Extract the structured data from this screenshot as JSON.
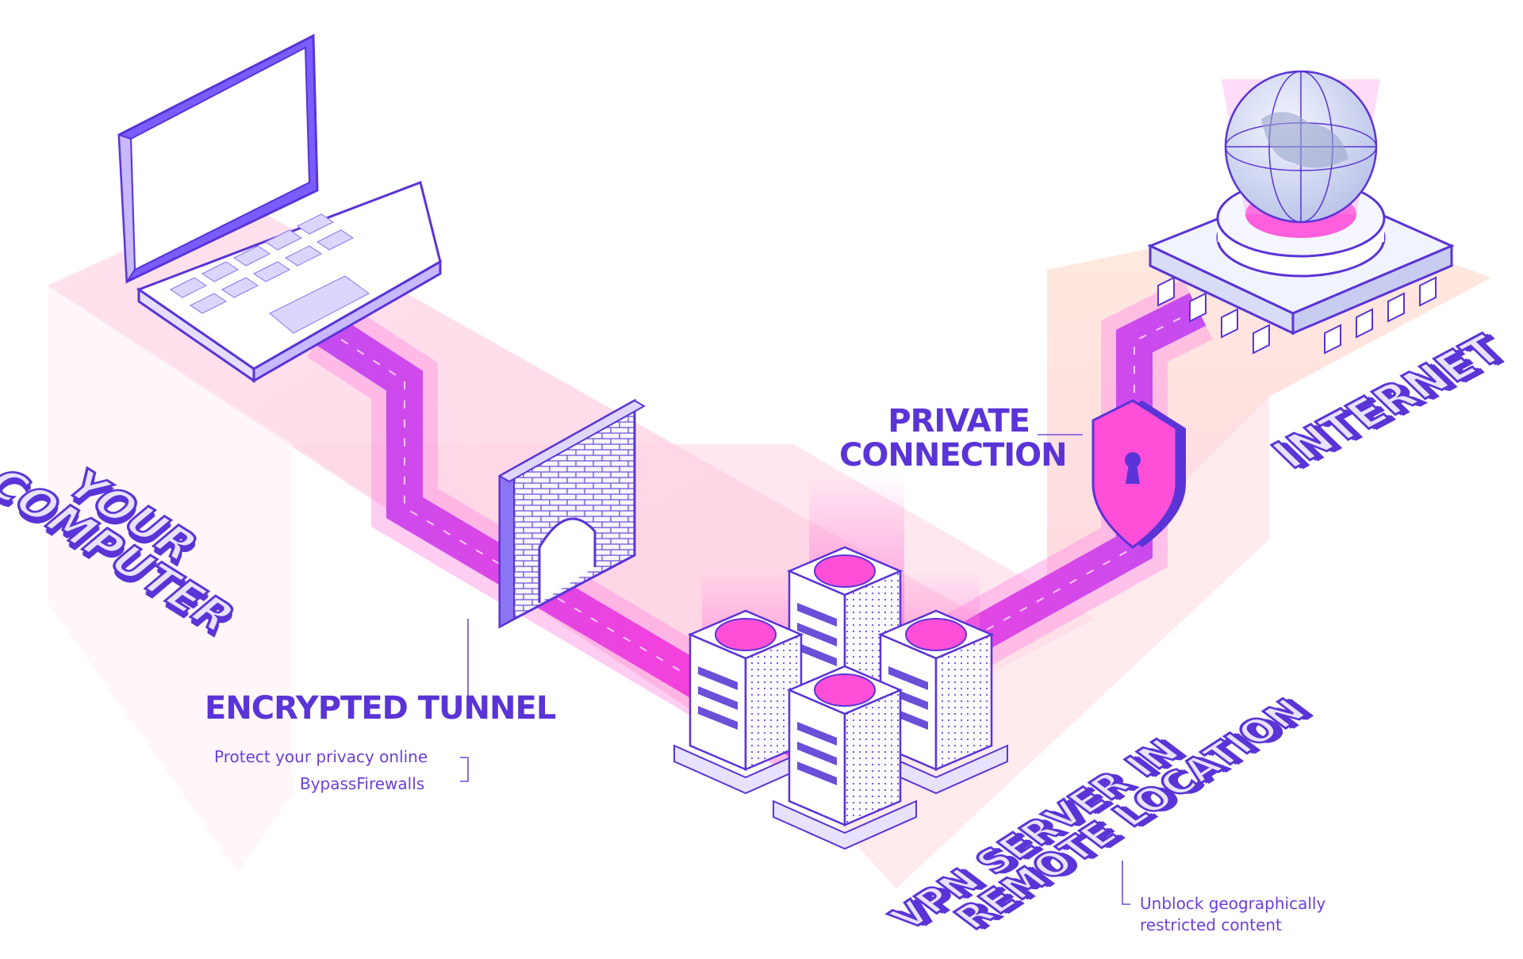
{
  "labels": {
    "your_computer": [
      "YOUR",
      "COMPUTER"
    ],
    "internet": "INTERNET",
    "private_connection": [
      "PRIVATE",
      "CONNECTION"
    ],
    "encrypted_tunnel": "ENCRYPTED TUNNEL",
    "protect_privacy": "Protect your privacy online",
    "bypass_firewalls": "BypassFirewalls",
    "vpn_server": [
      "VPN SERVER IN",
      "REMOTE LOCATION"
    ],
    "unblock": [
      "Unblock geographically",
      "restricted content"
    ]
  },
  "colors": {
    "accent_purple": "#5a34d6",
    "tunnel_magenta": "#e040fb",
    "glow_pink": "#ff7ad9",
    "pale_lavender": "#e8e2ff",
    "peach_bg": "#ffe3d6"
  },
  "icons": [
    "laptop-icon",
    "firewall-icon",
    "server-icon",
    "shield-lock-icon",
    "globe-icon",
    "chip-icon"
  ]
}
